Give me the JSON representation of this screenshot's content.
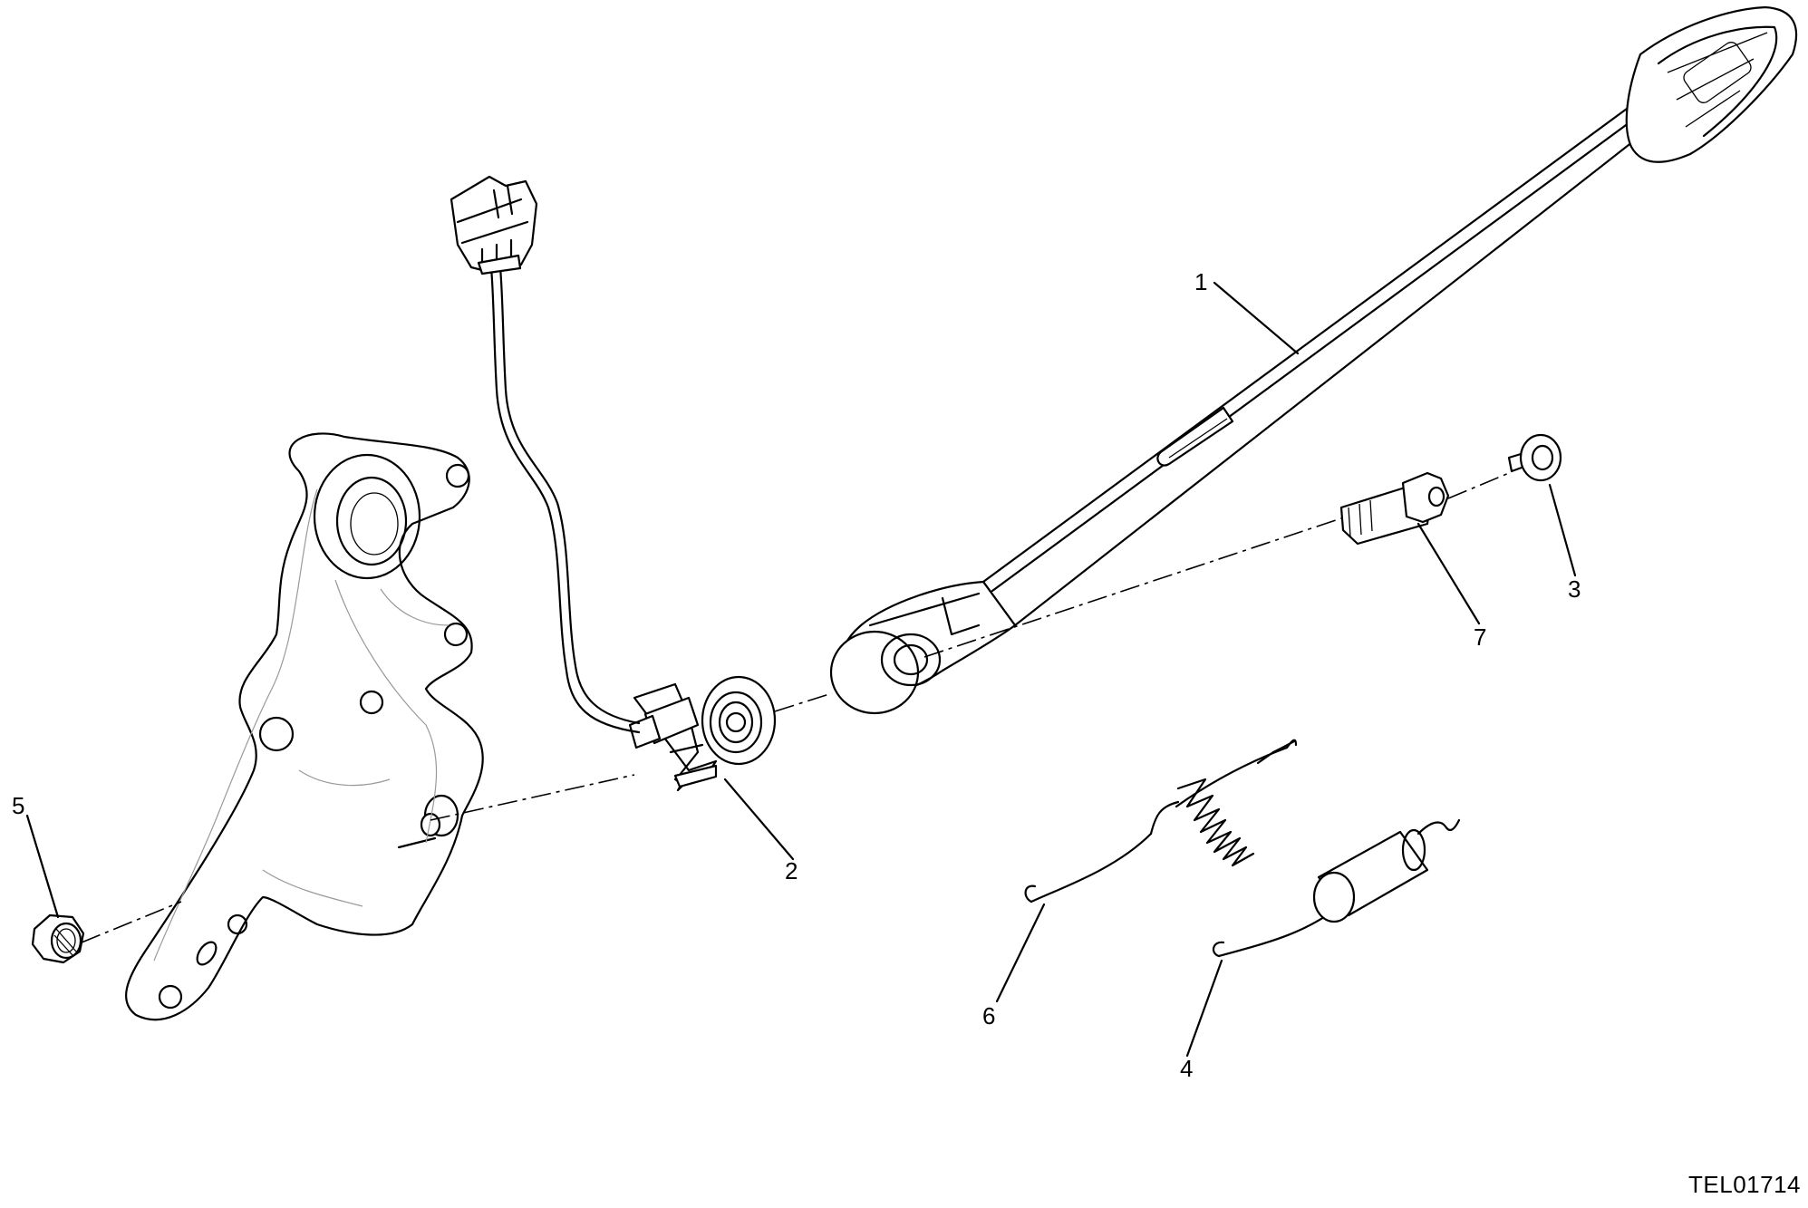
{
  "callouts": {
    "p1": "1",
    "p2": "2",
    "p3": "3",
    "p4": "4",
    "p5": "5",
    "p6": "6",
    "p7": "7"
  },
  "drawing_code": "TEL01714"
}
